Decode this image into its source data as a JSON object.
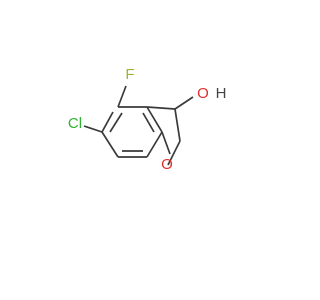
{
  "molecule": {
    "labels": {
      "chlorine": "Cl",
      "fluorine": "F",
      "hydroxyl_oxygen": "O",
      "hydroxyl_hydrogen": "H",
      "ring_oxygen": "O"
    },
    "colors": {
      "bond": "#3a3a3a",
      "chlorine": "#32b232",
      "fluorine": "#9ab53c",
      "oxygen": "#e0302a",
      "hydrogen": "#444444"
    }
  }
}
